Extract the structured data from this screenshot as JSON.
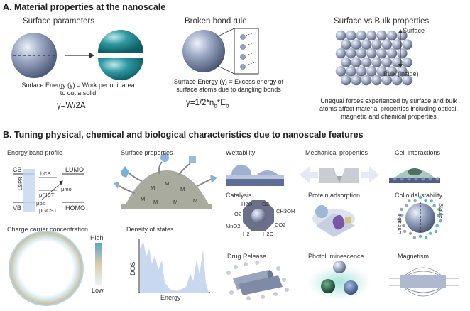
{
  "sectionA": {
    "title": "A. Material properties at the nanoscale",
    "panel1": {
      "heading": "Surface parameters",
      "caption": "Surface Energy (γ) = Work per unit area to cut a solid",
      "equation": "γ=W/2A"
    },
    "panel2": {
      "heading": "Broken bond rule",
      "caption": "Surface Energy (γ) = Excess energy of surface atoms due to dangling bonds",
      "equation": "γ=1/2*nb*Eb"
    },
    "panel3": {
      "heading": "Surface vs Bulk properties",
      "surface_label": "Surface",
      "bulk_label": "Bulk (inside)",
      "caption": "Unequal forces experienced by surface and bulk atoms affect material properties including optical, magnetic and chemical properties"
    }
  },
  "sectionB": {
    "title": "B. Tuning physical, chemical and biological characteristics due to nanoscale features",
    "band": {
      "heading": "Energy band profile",
      "cb": "CB",
      "vb": "VB",
      "lumo": "LUMO",
      "homo": "HOMO",
      "lspr": "LSPR",
      "hcb": "hCB",
      "upict": "μPICT",
      "umol": "μmol",
      "ubs": "μbs",
      "ugcst": "μGCST"
    },
    "surface_props": {
      "heading": "Surface properties",
      "m_label": "M"
    },
    "wettability": {
      "heading": "Wettability"
    },
    "mechanical": {
      "heading": "Mechanical properties"
    },
    "cell": {
      "heading": "Cell interactions"
    },
    "catalysis": {
      "heading": "Catalysis",
      "molecules": [
        "H2O",
        "O2",
        "CH3OH",
        "O2",
        "MnO2",
        "CO2",
        "H2",
        "H2O"
      ]
    },
    "protein": {
      "heading": "Protein adsorption"
    },
    "colloidal": {
      "heading": "Colloidal stability",
      "unstable": "Unstable",
      "stable": "Stable"
    },
    "charge": {
      "heading": "Charge carrier concentration",
      "high": "High",
      "low": "Low"
    },
    "dos": {
      "heading": "Density of states",
      "ylabel": "DOS",
      "xlabel": "Energy"
    },
    "drug": {
      "heading": "Drug Release"
    },
    "photo": {
      "heading": "Photoluminescence"
    },
    "magnetism": {
      "heading": "Magnetism"
    }
  },
  "colors": {
    "sphere": "#8a98b8",
    "teal": "#2b8f97",
    "bubble": "#9fb0cf",
    "panel": "#e8eef7"
  }
}
